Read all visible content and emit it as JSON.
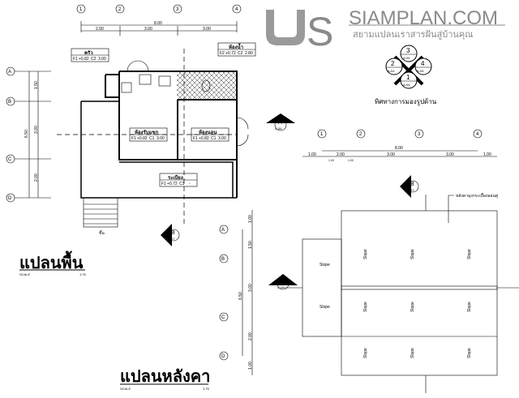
{
  "logo": {
    "brand": "SIAMPLAN.COM",
    "tagline": "สยามแปลนเราสารฝันสู่บ้านคุณ",
    "color": "#8a8a8a"
  },
  "grid": {
    "columns": [
      "1",
      "2",
      "3",
      "4"
    ],
    "rows": [
      "A",
      "B",
      "C",
      "D"
    ]
  },
  "floor_plan": {
    "title": "แปลนพื้น",
    "scale_label": "SCALE",
    "scale": "1:75",
    "dims_top": {
      "total": "8.00",
      "spans": [
        "2.00",
        "3.00",
        "3.00"
      ]
    },
    "dims_side": {
      "total": "6.50",
      "spans": [
        "1.50",
        "3.00",
        "2.00"
      ]
    },
    "rooms": [
      {
        "name": "ครัว",
        "f": "F1",
        "level": "+0.82",
        "c": "C2",
        "height": "3.00"
      },
      {
        "name": "ห้องน้ำ",
        "f": "F2",
        "level": "+0.72",
        "c": "C2",
        "height": "2.80"
      },
      {
        "name": "ห้องรับแขก",
        "f": "F1",
        "level": "+0.82",
        "c": "C1",
        "height": "3.00"
      },
      {
        "name": "ห้องนอน",
        "f": "F1",
        "level": "+0.82",
        "c": "C1",
        "height": "3.00"
      },
      {
        "name": "ระเบียง",
        "f": "F1",
        "level": "+0.72",
        "c": "C3",
        "height": "-"
      }
    ],
    "stair_label": "ขึ้น",
    "section_marks": [
      {
        "letter": "A",
        "sheet": "A-06"
      },
      {
        "letter": "B",
        "sheet": "A-07"
      }
    ]
  },
  "elevation_key": {
    "caption": "ทิศทางการมองรูปด้าน",
    "marks": [
      {
        "num": "3",
        "sheet": "A-05"
      },
      {
        "num": "2",
        "sheet": "A-04"
      },
      {
        "num": "4",
        "sheet": "A-05"
      },
      {
        "num": "1",
        "sheet": "A-04"
      }
    ]
  },
  "roof_plan": {
    "title": "แปลนหลังคา",
    "scale_label": "SCALE",
    "scale": "1:75",
    "dims_top": {
      "total": "8.00",
      "spans": [
        "1.00",
        "2.00",
        "3.00",
        "3.00",
        "1.00"
      ],
      "sub": [
        "1.00",
        "1.00"
      ]
    },
    "dims_side": {
      "total": "6.50",
      "spans": [
        "1.00",
        "1.50",
        "3.00",
        "2.00",
        "1.00"
      ]
    },
    "roof_note": "หลังคามุงกระเบื้องลอนคู่",
    "slope_label": "Slope",
    "section_marks": [
      {
        "letter": "A",
        "sheet": "A-06"
      },
      {
        "letter": "B",
        "sheet": "A-07"
      }
    ]
  }
}
